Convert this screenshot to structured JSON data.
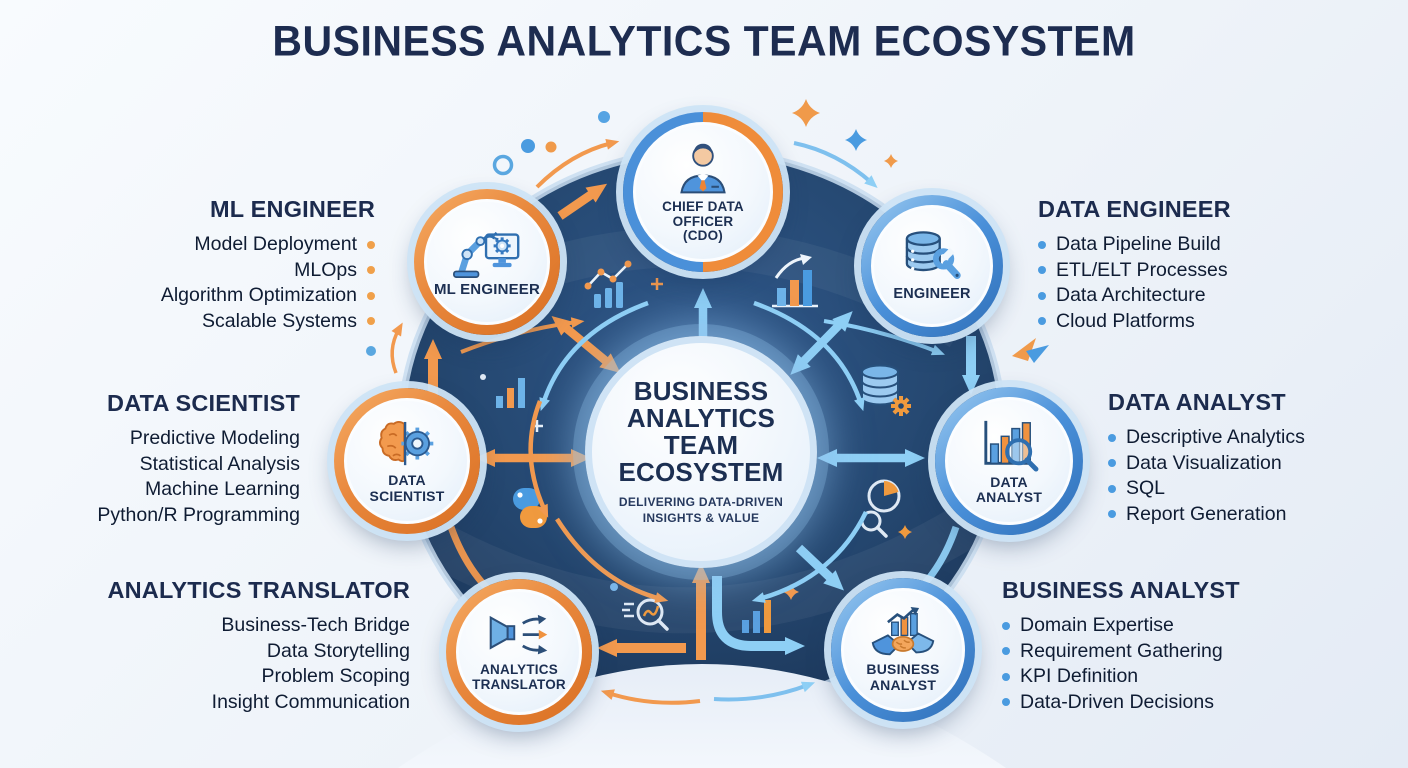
{
  "title": "BUSINESS ANALYTICS TEAM ECOSYSTEM",
  "center_hub": {
    "lines": [
      "BUSINESS",
      "ANALYTICS",
      "TEAM",
      "ECOSYSTEM"
    ],
    "subtitle": [
      "DELIVERING DATA-DRIVEN",
      "INSIGHTS & VALUE"
    ]
  },
  "nodes": {
    "cdo": {
      "icon": "executive-person-icon",
      "lines": [
        "CHIEF DATA",
        "OFFICER",
        "(CDO)"
      ]
    },
    "ml_engineer": {
      "icon": "robot-arm-monitor-icon",
      "lines": [
        "ML ENGINEER"
      ]
    },
    "data_engineer": {
      "icon": "database-wrench-icon",
      "lines": [
        "ENGINEER"
      ]
    },
    "data_scientist": {
      "icon": "brain-gear-icon",
      "lines": [
        "DATA",
        "SCIENTIST"
      ]
    },
    "data_analyst": {
      "icon": "bar-chart-magnifier-icon",
      "lines": [
        "DATA",
        "ANALYST"
      ]
    },
    "analytics_translator": {
      "icon": "megaphone-arrows-icon",
      "lines": [
        "ANALYTICS",
        "TRANSLATOR"
      ]
    },
    "business_analyst": {
      "icon": "handshake-chart-icon",
      "lines": [
        "BUSINESS",
        "ANALYST"
      ]
    }
  },
  "side_blocks": {
    "ml_engineer": {
      "title": "ML ENGINEER",
      "items": [
        "Model Deployment",
        "MLOps",
        "Algorithm Optimization",
        "Scalable Systems"
      ]
    },
    "data_scientist": {
      "title": "DATA SCIENTIST",
      "items": [
        "Predictive Modeling",
        "Statistical Analysis",
        "Machine Learning",
        "Python/R Programming"
      ]
    },
    "analytics_translator": {
      "title": "ANALYTICS TRANSLATOR",
      "items": [
        "Business-Tech Bridge",
        "Data Storytelling",
        "Problem Scoping",
        "Insight Communication"
      ]
    },
    "data_engineer": {
      "title": "DATA ENGINEER",
      "items": [
        "Data Pipeline Build",
        "ETL/ELT Processes",
        "Data Architecture",
        "Cloud Platforms"
      ]
    },
    "data_analyst": {
      "title": "DATA ANALYST",
      "items": [
        "Descriptive Analytics",
        "Data Visualization",
        "SQL",
        "Report Generation"
      ]
    },
    "business_analyst": {
      "title": "BUSINESS ANALYST",
      "items": [
        "Domain Expertise",
        "Requirement Gathering",
        "KPI Definition",
        "Data-Driven Decisions"
      ]
    }
  },
  "colors": {
    "title_navy": "#1d2c50",
    "dark_circle": "#24466e",
    "arrow_blue": "#8ecff5",
    "arrow_orange": "#f2994e",
    "ring_blue": "#4a90d9",
    "ring_orange": "#e8873c",
    "bullet_blue": "#4a9be0",
    "bullet_orange": "#f0a04a",
    "background": "#eef3f9"
  }
}
